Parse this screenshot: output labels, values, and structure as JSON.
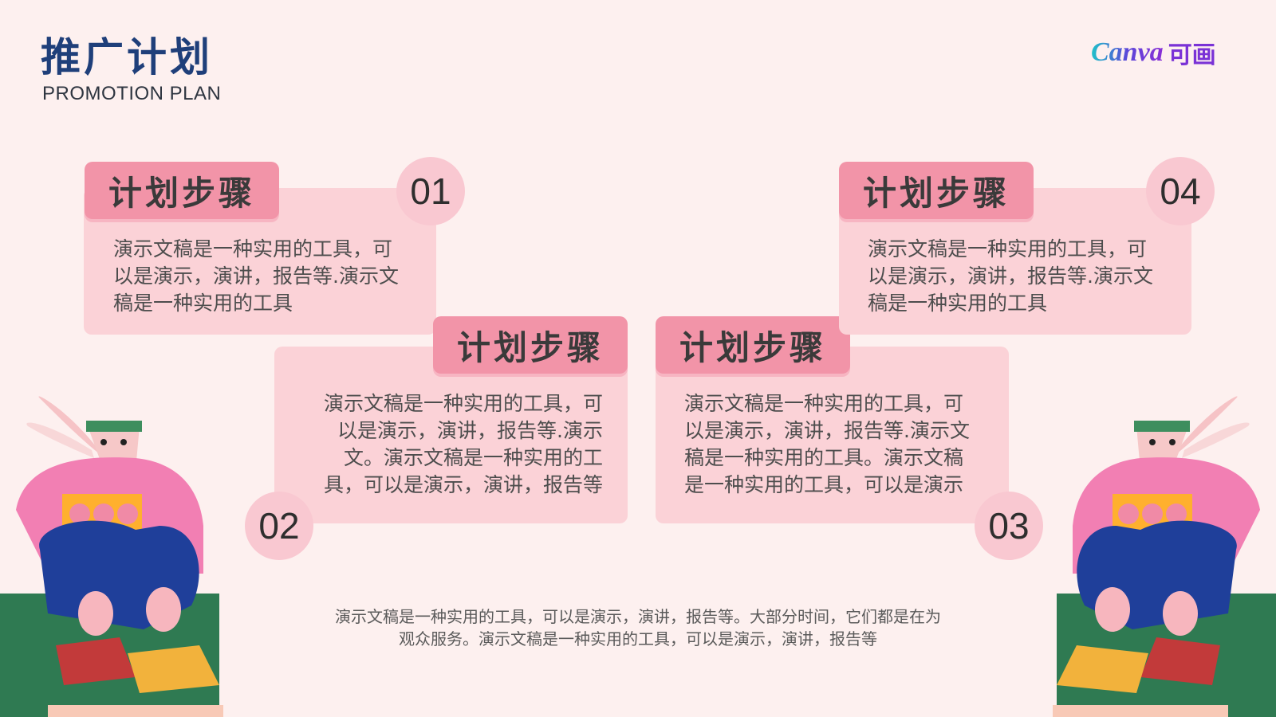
{
  "header": {
    "title_cn": "推广计划",
    "title_en": "PROMOTION PLAN",
    "logo_text": "Canva",
    "logo_cn": "可画"
  },
  "steps": [
    {
      "number": "01",
      "tag": "计划步骤",
      "text": "演示文稿是一种实用的工具，可以是演示，演讲，报告等.演示文稿是一种实用的工具"
    },
    {
      "number": "02",
      "tag": "计划步骤",
      "text": "演示文稿是一种实用的工具，可以是演示，演讲，报告等.演示文。演示文稿是一种实用的工具，可以是演示，演讲，报告等"
    },
    {
      "number": "03",
      "tag": "计划步骤",
      "text": "演示文稿是一种实用的工具，可以是演示，演讲，报告等.演示文稿是一种实用的工具。演示文稿是一种实用的工具，可以是演示"
    },
    {
      "number": "04",
      "tag": "计划步骤",
      "text": "演示文稿是一种实用的工具，可以是演示，演讲，报告等.演示文稿是一种实用的工具"
    }
  ],
  "step_lines": {
    "s1": [
      "演示文稿是一种实用的工具，可",
      "以是演示，演讲，报告等.演示文",
      "稿是一种实用的工具"
    ],
    "s2": [
      "演示文稿是一种实用的工具，可",
      "以是演示，演讲，报告等.演示",
      "文。演示文稿是一种实用的工",
      "具，可以是演示，演讲，报告等"
    ],
    "s3": [
      "演示文稿是一种实用的工具，可",
      "以是演示，演讲，报告等.演示文",
      "稿是一种实用的工具。演示文稿",
      "是一种实用的工具，可以是演示"
    ],
    "s4": [
      "演示文稿是一种实用的工具，可",
      "以是演示，演讲，报告等.演示文",
      "稿是一种实用的工具"
    ]
  },
  "footer": {
    "line1": "演示文稿是一种实用的工具，可以是演示，演讲，报告等。大部分时间，它们都是在为",
    "line2": "观众服务。演示文稿是一种实用的工具，可以是演示，演讲，报告等"
  },
  "colors": {
    "background": "#fdf0ef",
    "title": "#1f3f7a",
    "tag": "#f294a8",
    "card": "#fbd2d7",
    "accent_green": "#2f7a52"
  },
  "icons": [
    "rabbit-illustration-left",
    "rabbit-illustration-right",
    "canva-logo"
  ]
}
